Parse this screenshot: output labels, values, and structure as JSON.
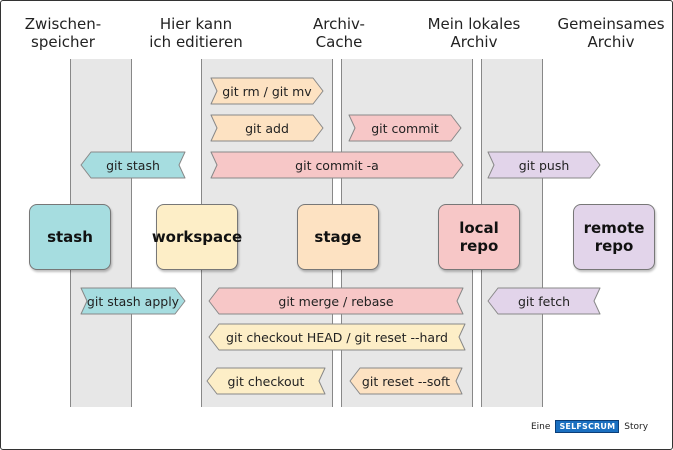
{
  "headers": [
    {
      "line1": "Zwischen-",
      "line2": "speicher"
    },
    {
      "line1": "Hier kann",
      "line2": "ich editieren"
    },
    {
      "line1": "Archiv-",
      "line2": "Cache"
    },
    {
      "line1": "Mein lokales",
      "line2": "Archiv"
    },
    {
      "line1": "Gemeinsames",
      "line2": "Archiv"
    }
  ],
  "nodes": {
    "stash": {
      "label": "stash",
      "color": "#a6dde0"
    },
    "workspace": {
      "label": "workspace",
      "color": "#fdeec7"
    },
    "stage": {
      "label": "stage",
      "color": "#fde2c2"
    },
    "local": {
      "label": "local repo",
      "color": "#f7c7c7"
    },
    "remote": {
      "line1": "remote",
      "line2": "repo",
      "color": "#e2d4ea"
    }
  },
  "commands": {
    "rm_mv": "git rm / git mv",
    "add": "git add",
    "commit": "git commit",
    "stash": "git stash",
    "commit_a": "git commit -a",
    "push": "git push",
    "stash_apply": "git stash apply",
    "merge": "git merge / rebase",
    "fetch": "git fetch",
    "checkout_reset": "git checkout HEAD / git reset --hard",
    "checkout": "git checkout",
    "reset_soft": "git reset --soft"
  },
  "colors": {
    "orange": "#fde2c2",
    "red": "#f7c7c7",
    "cyan": "#a6dde0",
    "purple": "#e2d4ea",
    "cream": "#fdeec7"
  },
  "credit": {
    "prefix": "Eine",
    "logo": "SELFSCRUM",
    "suffix": "Story"
  }
}
